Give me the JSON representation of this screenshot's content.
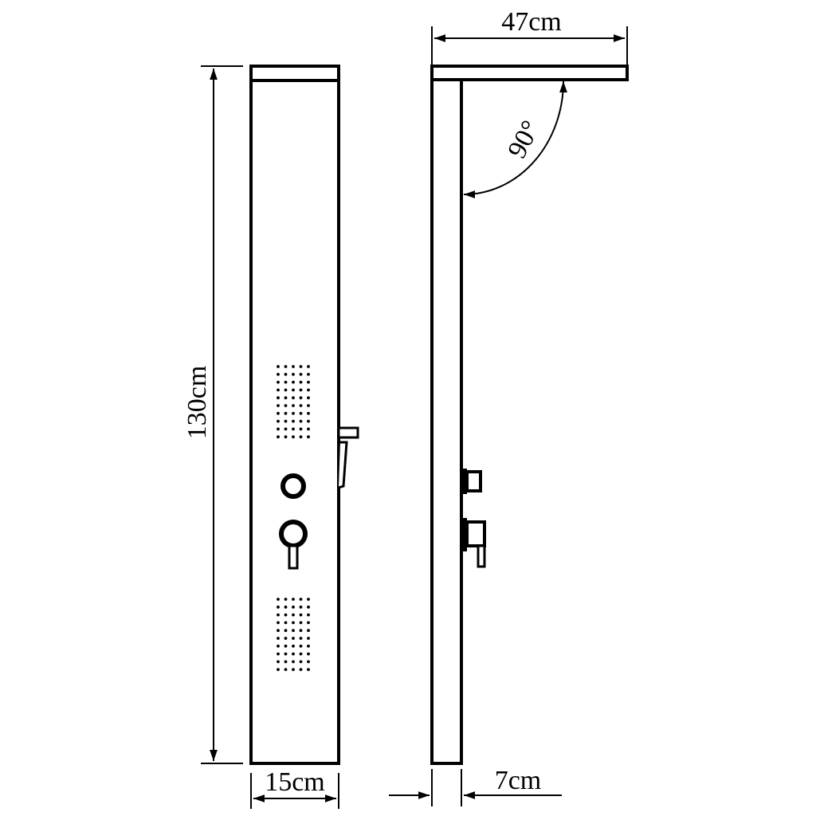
{
  "diagram": {
    "subject": "Shower panel technical drawing",
    "views": [
      {
        "name": "front view",
        "features": [
          "top cap",
          "upper massage-jet grid",
          "diverter knob",
          "mixer handle",
          "lower massage-jet grid",
          "side hand-shower holder"
        ]
      },
      {
        "name": "side view",
        "features": [
          "overhead rain-shower arm",
          "diverter knob",
          "mixer handle"
        ]
      }
    ],
    "dimensions": {
      "height": "130cm",
      "front_width": "15cm",
      "side_depth": "7cm",
      "arm_length": "47cm",
      "arm_angle": "90°"
    },
    "colors": {
      "line": "#000000",
      "background": "#ffffff"
    }
  }
}
